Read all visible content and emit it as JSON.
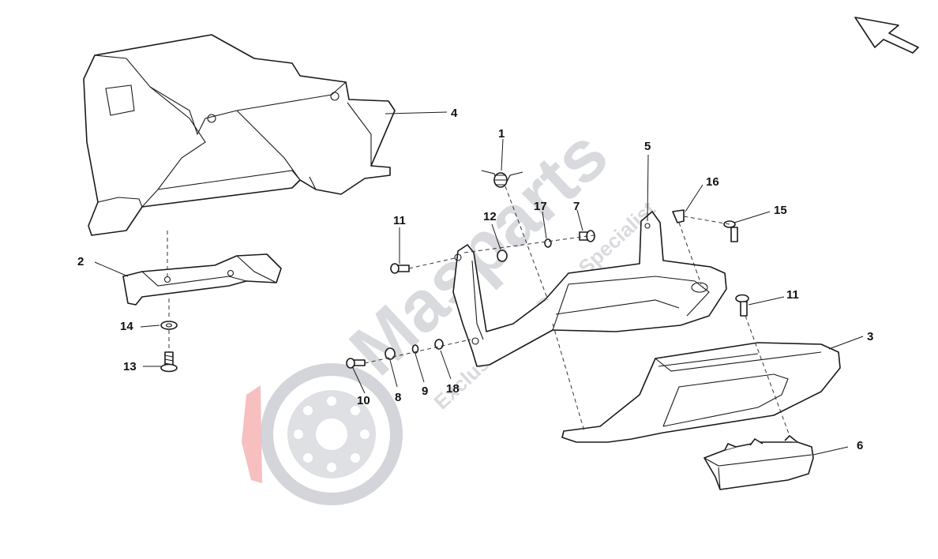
{
  "watermark": {
    "brand": "Masparts",
    "tagline": "Exclusive Car Parts Specialist",
    "color": "#b9bcc4",
    "accent": "#f08a8a"
  },
  "orientation_icon": "arrow-up-left-icon",
  "callouts": {
    "c1": "1",
    "c2": "2",
    "c3": "3",
    "c4": "4",
    "c5": "5",
    "c6": "6",
    "c7": "7",
    "c8": "8",
    "c9": "9",
    "c10": "10",
    "c11a": "11",
    "c11b": "11",
    "c12": "12",
    "c13": "13",
    "c14": "14",
    "c15": "15",
    "c16": "16",
    "c17": "17",
    "c18": "18"
  }
}
